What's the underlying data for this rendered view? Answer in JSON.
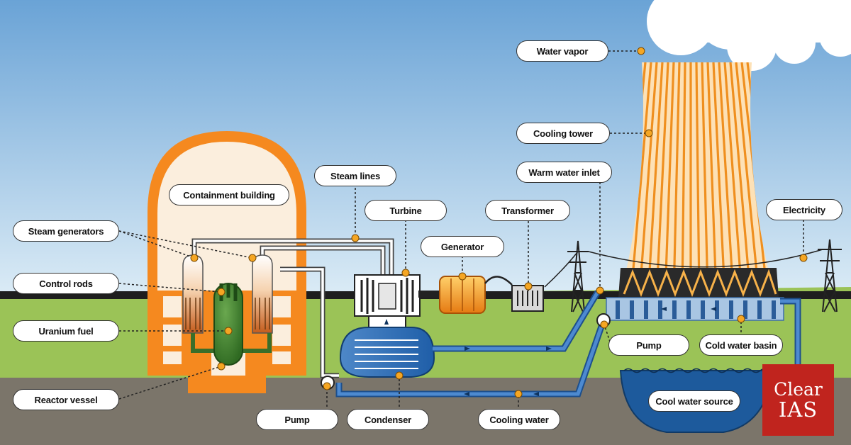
{
  "labels": {
    "water_vapor": "Water vapor",
    "cooling_tower": "Cooling tower",
    "warm_water_inlet": "Warm water inlet",
    "steam_lines": "Steam lines",
    "turbine": "Turbine",
    "transformer": "Transformer",
    "generator": "Generator",
    "electricity": "Electricity",
    "containment_building": "Containment building",
    "steam_generators": "Steam generators",
    "control_rods": "Control rods",
    "uranium_fuel": "Uranium fuel",
    "reactor_vessel": "Reactor vessel",
    "pump_right": "Pump",
    "cold_water_basin": "Cold water basin",
    "cool_water_source": "Cool water source",
    "pump_left": "Pump",
    "condenser": "Condenser",
    "cooling_water": "Cooling water"
  },
  "logo": {
    "line1": "Clear",
    "line2": "IAS"
  },
  "colors": {
    "sky_top": "#7aaedb",
    "sky_bottom": "#d8eaf5",
    "grass": "#9bc357",
    "ground": "#7a7468",
    "containment": "#f5891f",
    "tower_stripes": "#f29a2e",
    "water": "#1f5c9e",
    "pipe_blue": "#2d6fb8",
    "fuel": "#3c7a2e",
    "logo_red": "#c0241e"
  }
}
